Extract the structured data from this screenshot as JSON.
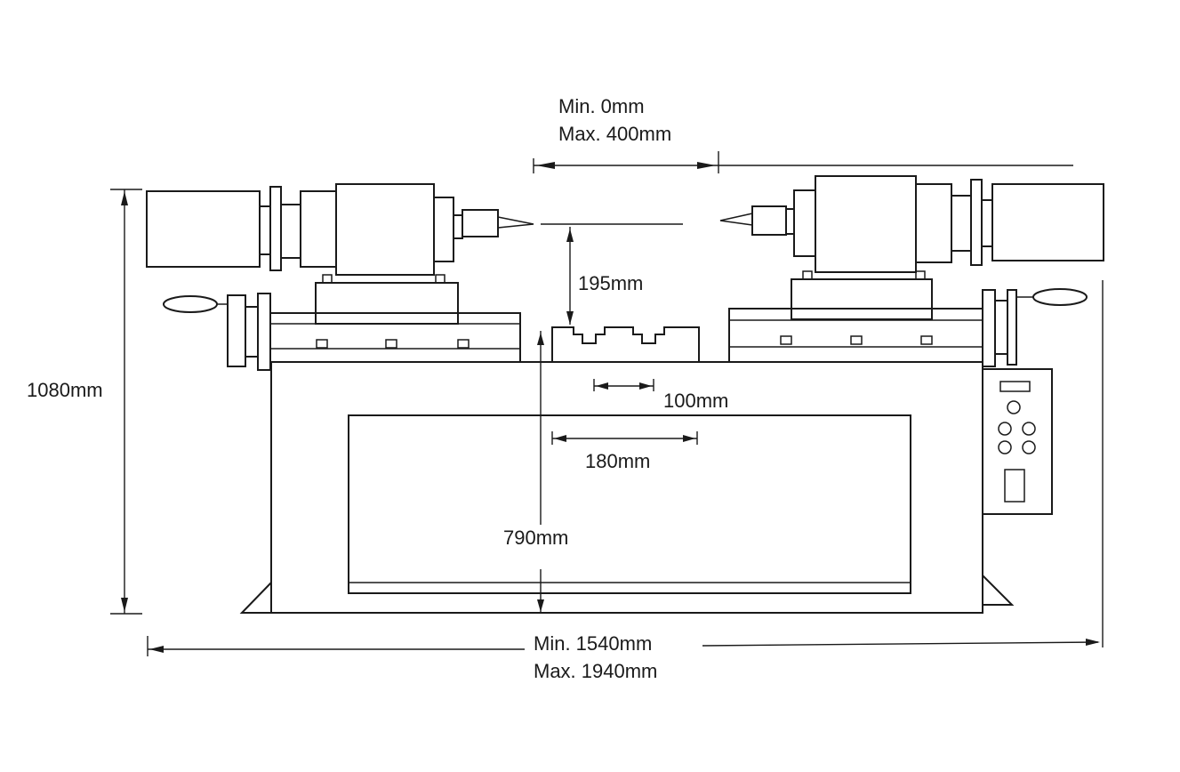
{
  "labels": {
    "spindle_travel_min": "Min. 0mm",
    "spindle_travel_max": "Max. 400mm",
    "center_height": "195mm",
    "total_height": "1080mm",
    "slot_spacing": "100mm",
    "table_width": "180mm",
    "table_height": "790mm",
    "overall_length_min": "Min. 1540mm",
    "overall_length_max": "Max. 1940mm"
  }
}
